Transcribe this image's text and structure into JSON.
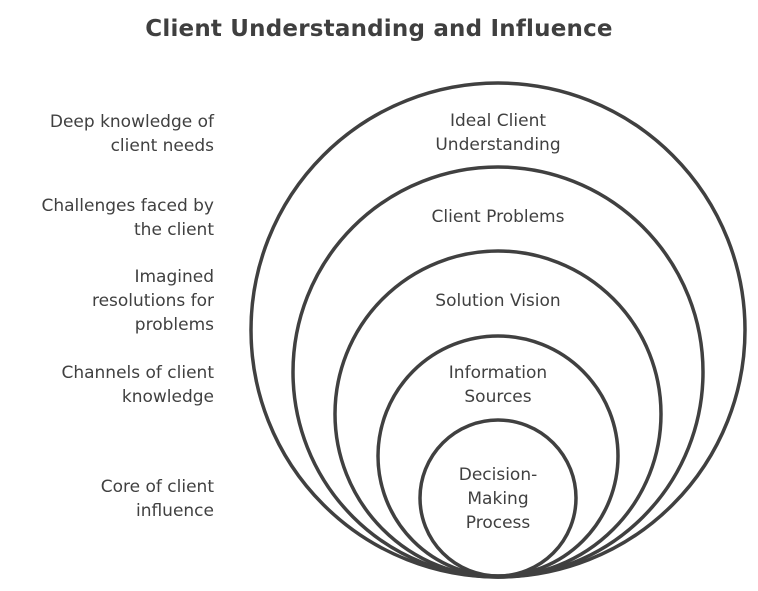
{
  "title": "Client Understanding and Influence",
  "colors": {
    "stroke": "#404040",
    "text": "#404040",
    "background": "#ffffff"
  },
  "rings": [
    {
      "label": "Ideal Client\nUnderstanding",
      "description": "Deep knowledge of\nclient needs"
    },
    {
      "label": "Client Problems",
      "description": "Challenges faced by\nthe client"
    },
    {
      "label": "Solution Vision",
      "description": "Imagined\nresolutions for\nproblems"
    },
    {
      "label": "Information\nSources",
      "description": "Channels of client\nknowledge"
    },
    {
      "label": "Decision-\nMaking\nProcess",
      "description": "Core of client\ninfluence"
    }
  ]
}
